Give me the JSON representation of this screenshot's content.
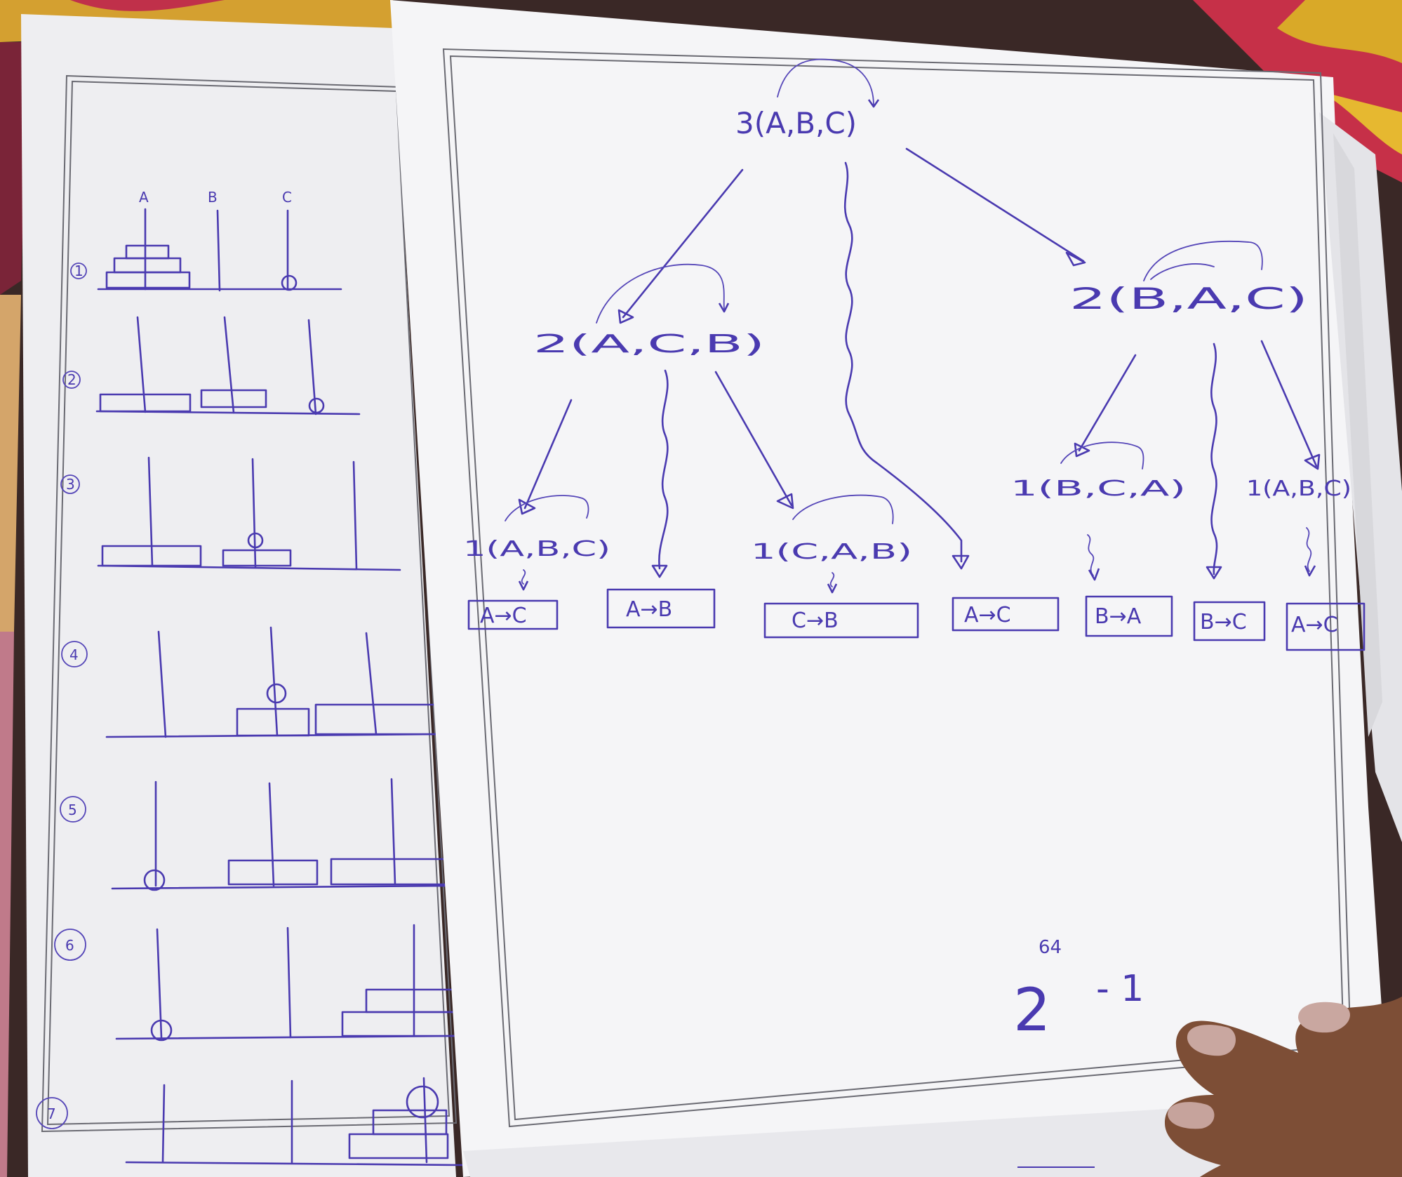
{
  "left_sheet": {
    "peg_labels": [
      "A",
      "B",
      "C"
    ],
    "step_numbers": [
      "1",
      "2",
      "3",
      "4",
      "5",
      "6",
      "7"
    ]
  },
  "right_sheet": {
    "root_call": "3(A,B,C)",
    "left_call": "2(A,C,B)",
    "right_call": "2(B,A,C)",
    "leaf_calls": [
      "1(A,B,C)",
      "1(C,A,B)",
      "1(B,C,A)",
      "1(A,B,C)"
    ],
    "moves": [
      "A→C",
      "A→B",
      "C→B",
      "A→C",
      "B→A",
      "B→C",
      "A→C"
    ],
    "formula_base": "2",
    "formula_exponent": "64",
    "formula_minus": "- 1"
  },
  "colors": {
    "ink": "#4a3ab0",
    "paper": "#f4f4f6",
    "fabric_red": "#c0304a",
    "fabric_yellow": "#d9a928",
    "skin": "#8a5a40"
  },
  "icons": [
    "hand-photo"
  ]
}
